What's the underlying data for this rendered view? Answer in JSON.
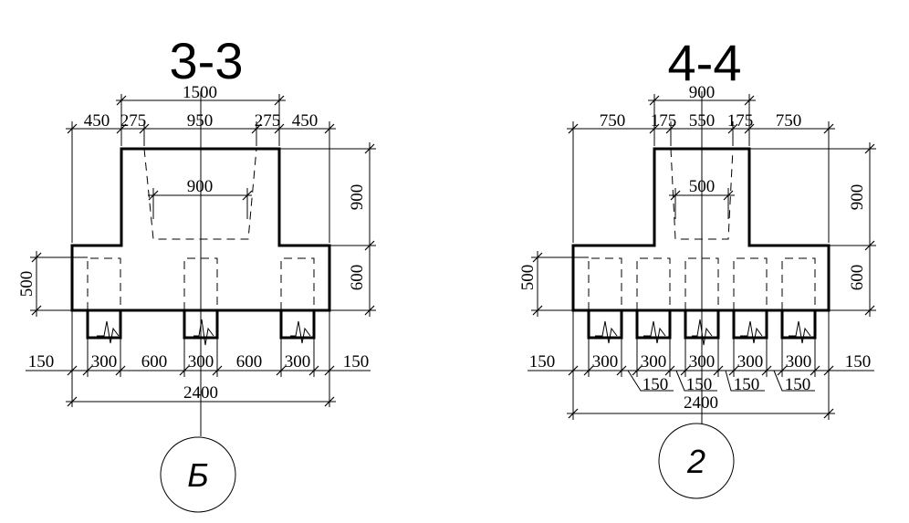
{
  "sections": [
    {
      "title": "3-3",
      "axis_label": "Б",
      "dims": {
        "top_overall": "1500",
        "top_450_left": "450",
        "top_275_left": "275",
        "top_950": "950",
        "top_275_right": "275",
        "top_450_right": "450",
        "void_width": "900",
        "height_900": "900",
        "height_600": "600",
        "height_500": "500",
        "bot_150_left": "150",
        "pile_1": "300",
        "gap_1": "600",
        "pile_2": "300",
        "gap_2": "600",
        "pile_3": "300",
        "bot_150_right": "150",
        "overall": "2400"
      }
    },
    {
      "title": "4-4",
      "axis_label": "2",
      "dims": {
        "top_overall": "900",
        "top_750_left": "750",
        "top_175_left": "175",
        "top_550": "550",
        "top_175_right": "175",
        "top_750_right": "750",
        "void_width": "500",
        "height_900": "900",
        "height_600": "600",
        "height_500": "500",
        "bot_150_left": "150",
        "pile_1": "300",
        "pile_2": "300",
        "pile_3": "300",
        "pile_4": "300",
        "pile_5": "300",
        "bot_150_right": "150",
        "gap_1": "150",
        "gap_2": "150",
        "gap_3": "150",
        "gap_4": "150",
        "overall": "2400"
      }
    }
  ]
}
